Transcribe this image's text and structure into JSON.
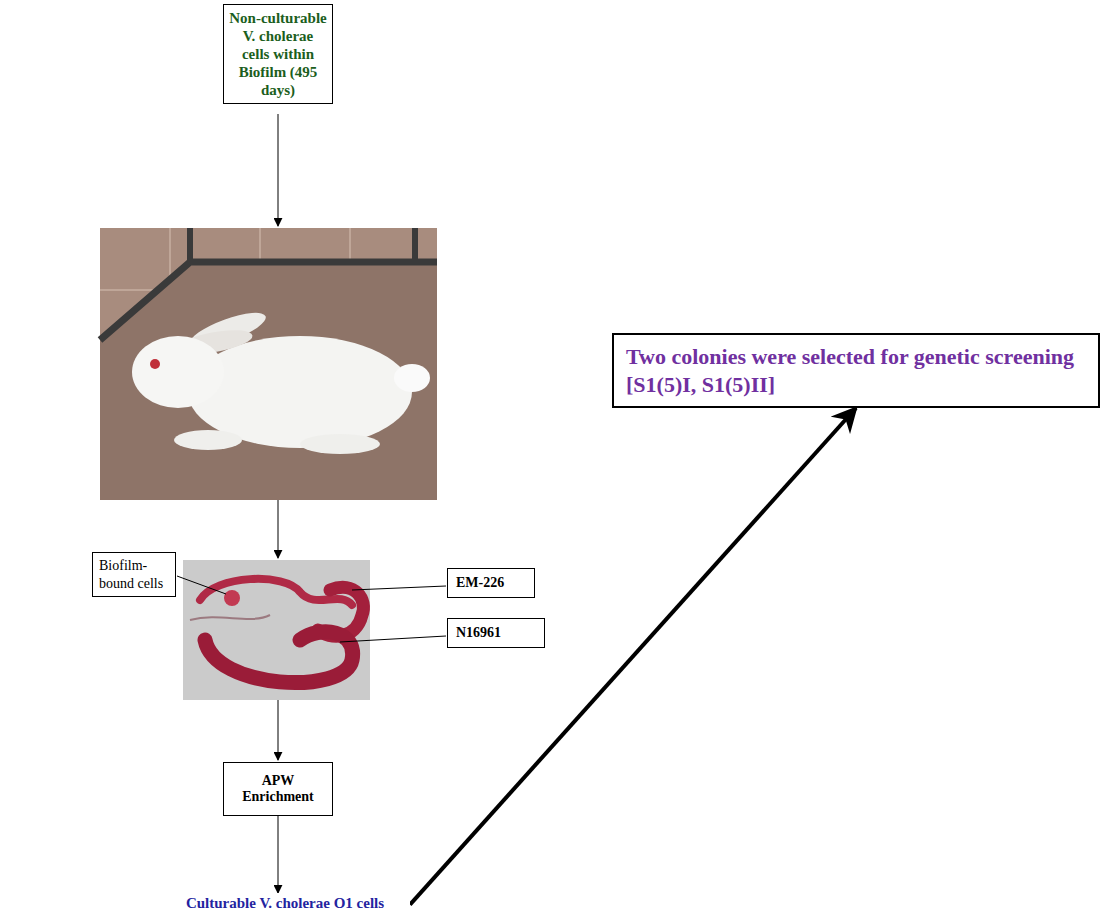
{
  "diagram": {
    "nodes": [
      {
        "text": [
          "Non-culturable V. cholerae cells within Biofilm (495 days)"
        ]
      },
      {
        "text": [
          "Biofilm-bound cells"
        ]
      },
      {
        "text": [
          "EM-226"
        ]
      },
      {
        "text": [
          "N16961"
        ]
      },
      {
        "text": [
          "APW Enrichment"
        ]
      },
      {
        "text": [
          "Culturable V. cholerae O1 cells"
        ]
      },
      {
        "text": [
          "Two colonies were selected for genetic screening [S1(5)I, S1(5)II]"
        ]
      }
    ],
    "edges": [
      {
        "from": 4,
        "to": 5,
        "arrow": "to"
      },
      {
        "from": 5,
        "to": 6,
        "arrow": "to"
      }
    ]
  }
}
